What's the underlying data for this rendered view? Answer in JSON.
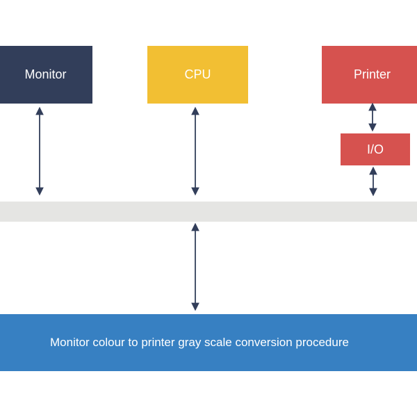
{
  "nodes": {
    "monitor": "Monitor",
    "cpu": "CPU",
    "printer": "Printer",
    "io": "I/O"
  },
  "procedure": "Monitor colour to printer gray scale conversion procedure",
  "colors": {
    "monitor": "#323e5a",
    "cpu": "#f2bf33",
    "printer": "#d6524f",
    "io": "#d6524f",
    "bus": "#e5e5e3",
    "procedure": "#3780c2",
    "arrow": "#323e5a"
  }
}
